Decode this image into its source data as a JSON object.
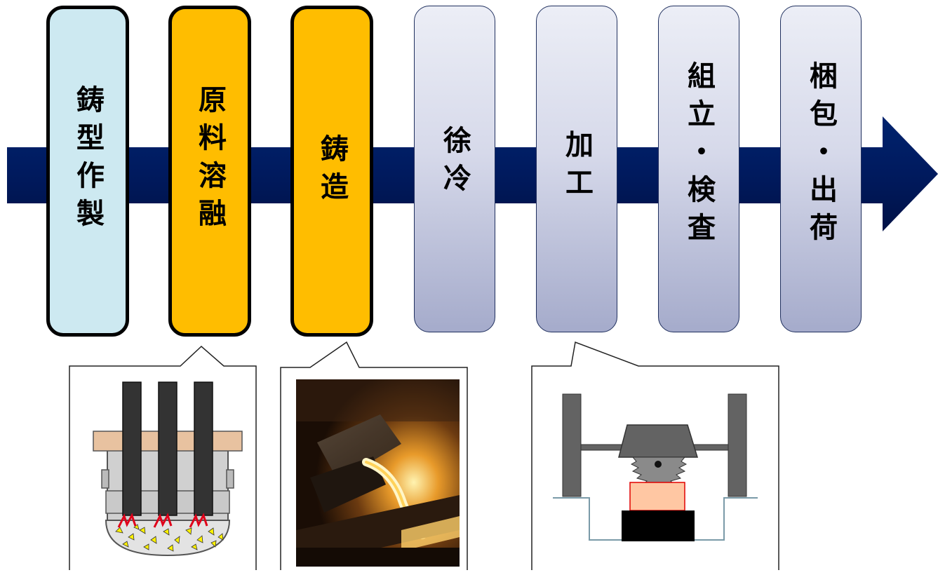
{
  "steps": [
    {
      "label": "鋳型作製"
    },
    {
      "label": "原料溶融"
    },
    {
      "label": "鋳造"
    },
    {
      "label": "徐冷"
    },
    {
      "label": "加工"
    },
    {
      "label": "組立・検査"
    },
    {
      "label": "梱包・出荷"
    }
  ],
  "colors": {
    "arrow": "#001a5e",
    "mold_step": "#cde9f1",
    "melt_step": "#ffbd00",
    "later_steps": "#d6d9ea",
    "electrode": "#333333",
    "lid": "#e8c2a0",
    "workpiece": "#ffc7a3",
    "machine": "#636363"
  },
  "illustrations": [
    {
      "name": "electric-arc-furnace-icon"
    },
    {
      "name": "pouring-molten-metal-photo"
    },
    {
      "name": "machining-diagram-icon"
    }
  ]
}
